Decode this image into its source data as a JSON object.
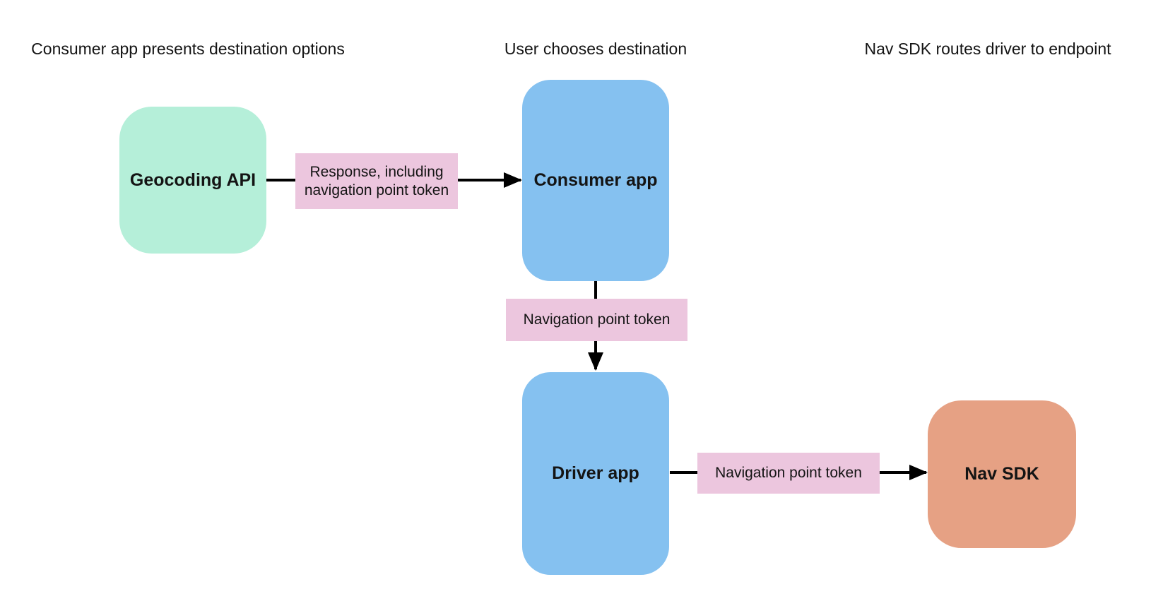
{
  "diagram": {
    "headings": [
      {
        "id": "step-1",
        "label": "Consumer app presents destination options"
      },
      {
        "id": "step-2",
        "label": "User chooses destination"
      },
      {
        "id": "step-3",
        "label": "Nav SDK routes driver to endpoint"
      }
    ],
    "nodes": [
      {
        "id": "geocoding-api",
        "label": "Geocoding API",
        "fill": "#b5efd9"
      },
      {
        "id": "consumer-app",
        "label": "Consumer app",
        "fill": "#85c1f0"
      },
      {
        "id": "driver-app",
        "label": "Driver app",
        "fill": "#85c1f0"
      },
      {
        "id": "nav-sdk",
        "label": "Nav SDK",
        "fill": "#e6a184"
      }
    ],
    "edges": [
      {
        "from": "geocoding-api",
        "to": "consumer-app",
        "label": "Response, including navigation point token"
      },
      {
        "from": "consumer-app",
        "to": "driver-app",
        "label": "Navigation point token"
      },
      {
        "from": "driver-app",
        "to": "nav-sdk",
        "label": "Navigation point token"
      }
    ],
    "colors": {
      "edge_label_bg": "#ecc6de",
      "arrow": "#000000",
      "background": "#ffffff",
      "text": "#141414"
    }
  }
}
